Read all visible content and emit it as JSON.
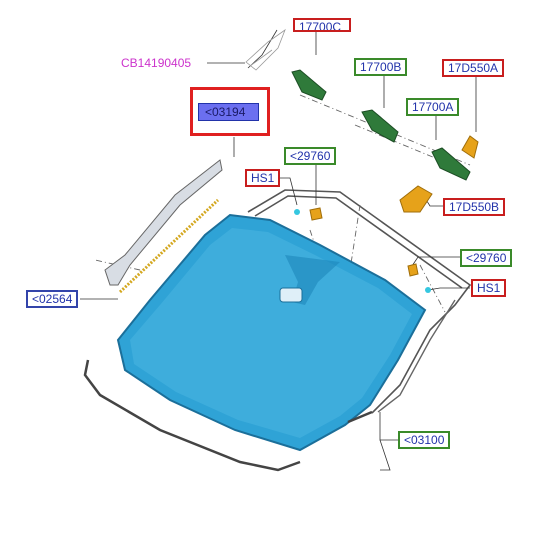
{
  "labels": {
    "top_cut": "17700C",
    "cb_part": "CB14190405",
    "mirror_b": "17700B",
    "sensor_top": "17D550A",
    "molding_selected": "<03194",
    "mirror_a": "17700A",
    "clip_left": "<29760",
    "hs1_left": "HS1",
    "sensor_bottom": "17D550B",
    "clip_right": "<29760",
    "molding_left": "<02564",
    "hs1_right": "HS1",
    "windshield_seal": "<03100"
  },
  "colors": {
    "glass": "#2fa3d6",
    "glass_edge": "#1b6f9a",
    "mirror": "#2f7a3a",
    "sensor": "#e6a21a",
    "selection": "#e02020",
    "selection_fill": "#6b6ff0"
  }
}
